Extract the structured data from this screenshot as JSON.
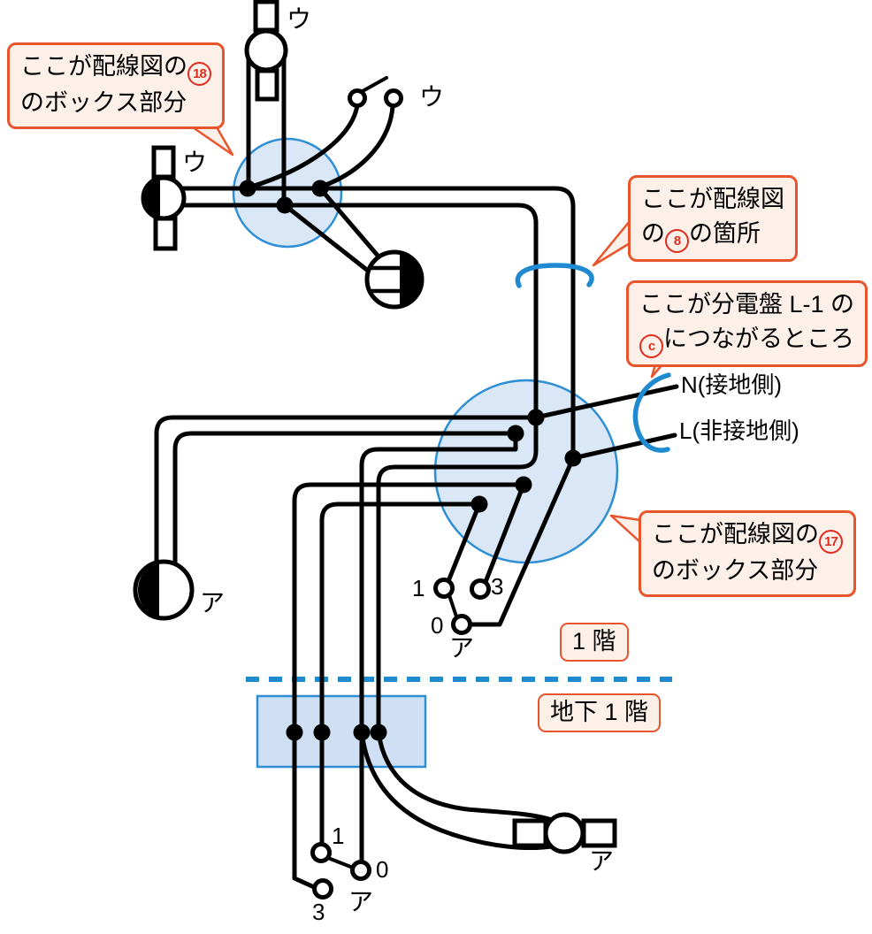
{
  "callouts": {
    "box18": {
      "pre": "ここが配線図の",
      "num": "18",
      "line2": "のボックス部分"
    },
    "spot8": {
      "line1": "ここが配線図",
      "pre": "の",
      "num": "8",
      "post": "の箇所"
    },
    "panel_c": {
      "line1": "ここが分電盤 L-1 の",
      "num": "c",
      "post": "につながるところ"
    },
    "box17": {
      "pre": "ここが配線図の",
      "num": "17",
      "line2": "のボックス部分"
    }
  },
  "badges": {
    "floor1": "1 階",
    "basement1": "地下 1 階"
  },
  "line_labels": {
    "neutral": "N(接地側)",
    "live": "L(非接地側)"
  },
  "device_labels": {
    "top_light": "ウ",
    "top_switch": "ウ",
    "left_light": "ウ",
    "left_lamp": "ア",
    "upper_switch": "ア",
    "lower_switch": "ア",
    "basement_light": "ア"
  },
  "terminals": {
    "upper": {
      "t1": "1",
      "t3": "3",
      "t0": "0"
    },
    "lower": {
      "t1": "1",
      "t0": "0",
      "t3": "3"
    }
  },
  "colors": {
    "wire": "#000000",
    "junction_box_fill": "#d9e7f6",
    "junction_box_stroke": "#2e8fd4",
    "floor_box_fill": "#cfe0f4",
    "marker_blue": "#1f8ad0",
    "callout_border": "#e8542b",
    "callout_bg": "#fdf0e9",
    "accent_red": "#e02b1d"
  }
}
